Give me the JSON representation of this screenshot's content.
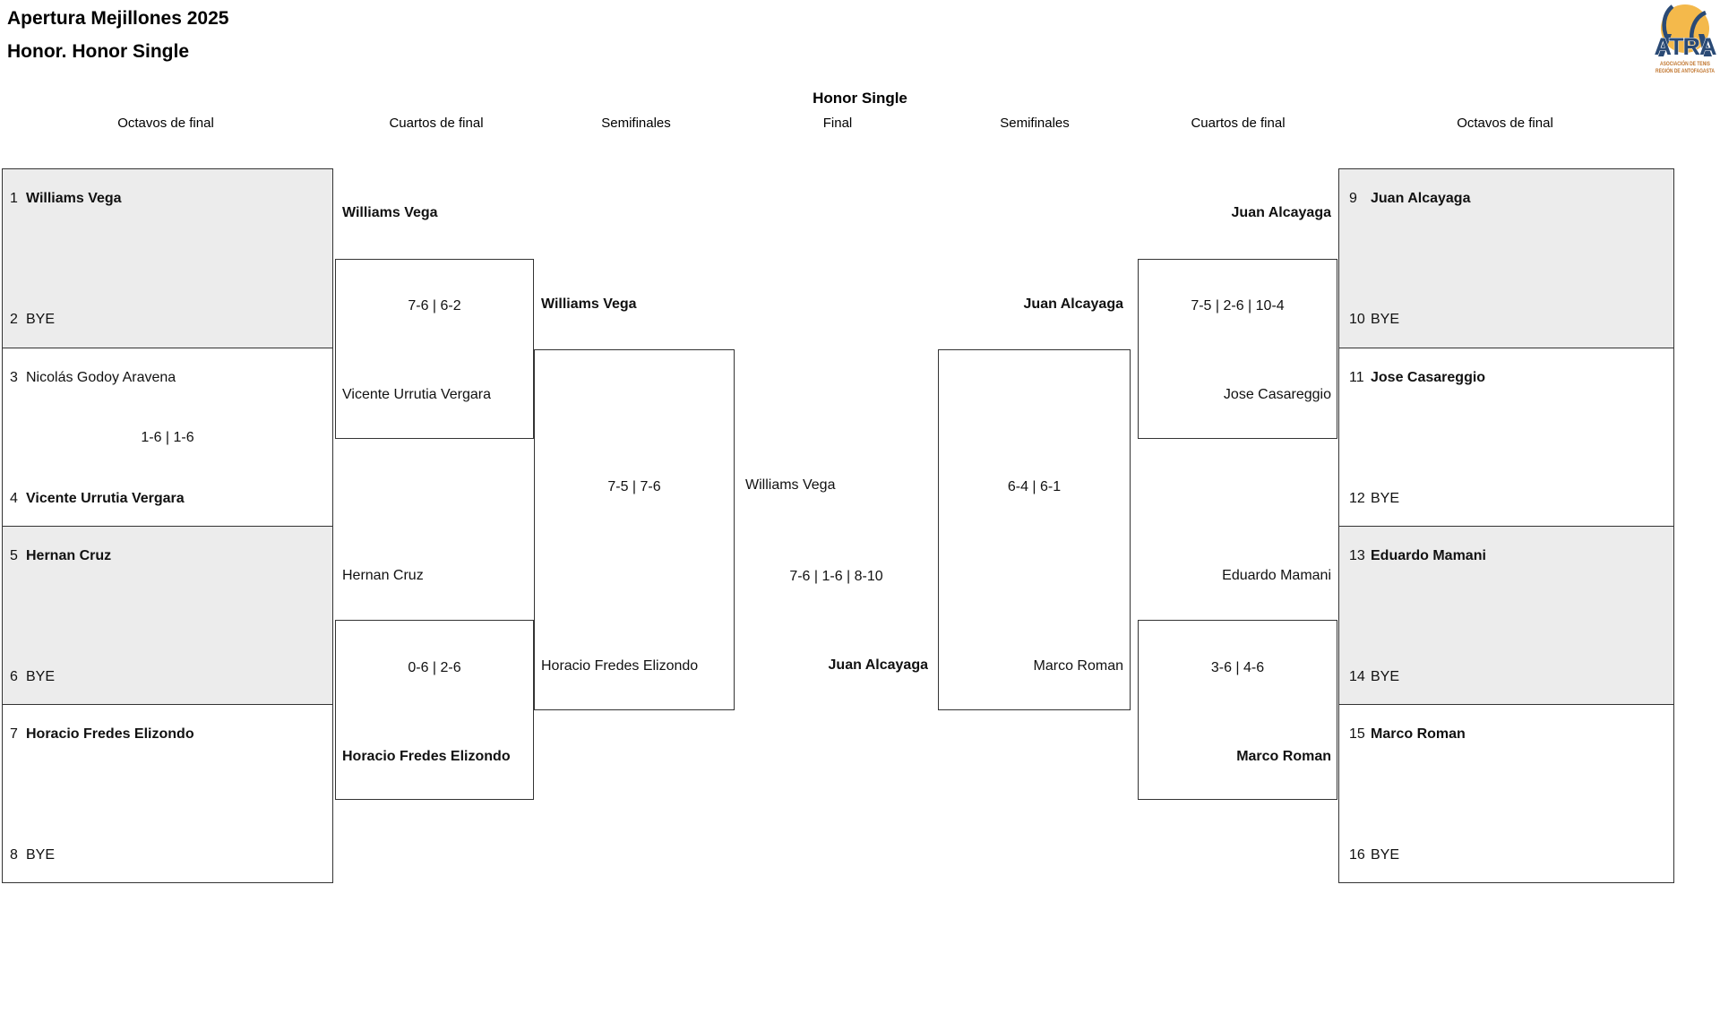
{
  "header": {
    "title_line1": "Apertura Mejillones 2025",
    "title_line2": "Honor. Honor Single",
    "bracket_title": "Honor Single"
  },
  "logo": {
    "acronym": "ATRA",
    "subtitle_line1": "ASOCIACIÓN DE TENIS",
    "subtitle_line2": "REGIÓN DE ANTOFAGASTA"
  },
  "round_headers": [
    "Octavos de final",
    "Cuartos de final",
    "Semifinales",
    "Final",
    "Semifinales",
    "Cuartos de final",
    "Octavos de final"
  ],
  "colors": {
    "shaded_box": "#ECECEC",
    "line": "#333333",
    "logo_blue": "#2A4A75",
    "logo_yellow": "#F4B94B",
    "logo_orange": "#C0742C"
  },
  "octavos_left": [
    {
      "seed_top": "1",
      "player_top": "Williams Vega",
      "seed_bottom": "2",
      "player_bottom": "BYE",
      "score": ""
    },
    {
      "seed_top": "3",
      "player_top": "Nicolás Godoy Aravena",
      "seed_bottom": "4",
      "player_bottom": "Vicente Urrutia Vergara",
      "score": "1-6 | 1-6"
    },
    {
      "seed_top": "5",
      "player_top": "Hernan Cruz",
      "seed_bottom": "6",
      "player_bottom": "BYE",
      "score": ""
    },
    {
      "seed_top": "7",
      "player_top": "Horacio Fredes Elizondo",
      "seed_bottom": "8",
      "player_bottom": "BYE",
      "score": ""
    }
  ],
  "octavos_right": [
    {
      "seed_top": "9",
      "player_top": "Juan Alcayaga",
      "seed_bottom": "10",
      "player_bottom": "BYE",
      "score": ""
    },
    {
      "seed_top": "11",
      "player_top": "Jose Casareggio",
      "seed_bottom": "12",
      "player_bottom": "BYE",
      "score": ""
    },
    {
      "seed_top": "13",
      "player_top": "Eduardo Mamani",
      "seed_bottom": "14",
      "player_bottom": "BYE",
      "score": ""
    },
    {
      "seed_top": "15",
      "player_top": "Marco Roman",
      "seed_bottom": "16",
      "player_bottom": "BYE",
      "score": ""
    }
  ],
  "cuartos_left": [
    {
      "top_player": "Williams Vega",
      "top_bold": true,
      "score": "7-6 | 6-2",
      "bottom_player": "Vicente Urrutia Vergara",
      "bottom_bold": false
    },
    {
      "top_player": "Hernan Cruz",
      "top_bold": false,
      "score": "0-6 | 2-6",
      "bottom_player": "Horacio Fredes Elizondo",
      "bottom_bold": true
    }
  ],
  "cuartos_right": [
    {
      "top_player": "Juan Alcayaga",
      "top_bold": true,
      "score": "7-5 | 2-6 | 10-4",
      "bottom_player": "Jose Casareggio",
      "bottom_bold": false
    },
    {
      "top_player": "Eduardo Mamani",
      "top_bold": false,
      "score": "3-6 | 4-6",
      "bottom_player": "Marco Roman",
      "bottom_bold": true
    }
  ],
  "semifinales_left": {
    "top_player": "Williams Vega",
    "top_bold": true,
    "score": "7-5 | 7-6",
    "bottom_player": "Horacio Fredes Elizondo",
    "bottom_bold": false
  },
  "semifinales_right": {
    "top_player": "Juan Alcayaga",
    "top_bold": true,
    "score": "6-4 | 6-1",
    "bottom_player": "Marco Roman",
    "bottom_bold": false
  },
  "final": {
    "top_player": "Williams Vega",
    "top_bold": false,
    "score": "7-6 | 1-6 | 8-10",
    "bottom_player": "Juan Alcayaga",
    "bottom_bold": true
  }
}
